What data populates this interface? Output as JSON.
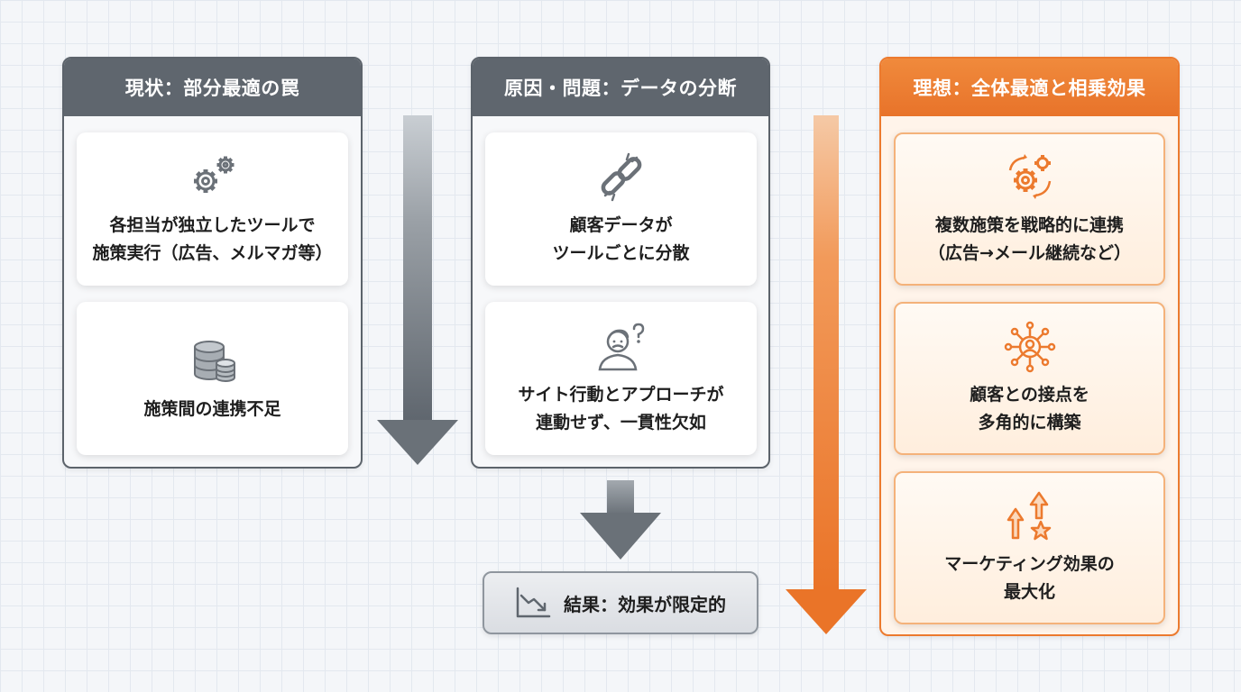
{
  "colors": {
    "gray_header": "#5f666e",
    "orange_accent": "#ec7a2e",
    "gray_arrow": "#6e757c"
  },
  "columns": [
    {
      "header": "現状：部分最適の罠",
      "cards": [
        {
          "icon": "gears-icon",
          "text": "各担当が独立したツールで\n施策実行（広告、メルマガ等）"
        },
        {
          "icon": "database-icon",
          "text": "施策間の連携不足"
        }
      ]
    },
    {
      "header": "原因・問題：データの分断",
      "cards": [
        {
          "icon": "broken-link-icon",
          "text": "顧客データが\nツールごとに分散"
        },
        {
          "icon": "confused-person-icon",
          "text": "サイト行動とアプローチが\n連動せず、一貫性欠如"
        }
      ]
    },
    {
      "header": "理想：全体最適と相乗効果",
      "cards": [
        {
          "icon": "sync-gears-icon",
          "text": "複数施策を戦略的に連携\n（広告→メール継続など）"
        },
        {
          "icon": "network-person-icon",
          "text": "顧客との接点を\n多角的に構築"
        },
        {
          "icon": "growth-star-icon",
          "text": "マーケティング効果の\n最大化"
        }
      ]
    }
  ],
  "result": {
    "icon": "trend-down-icon",
    "text": "結果：効果が限定的"
  }
}
